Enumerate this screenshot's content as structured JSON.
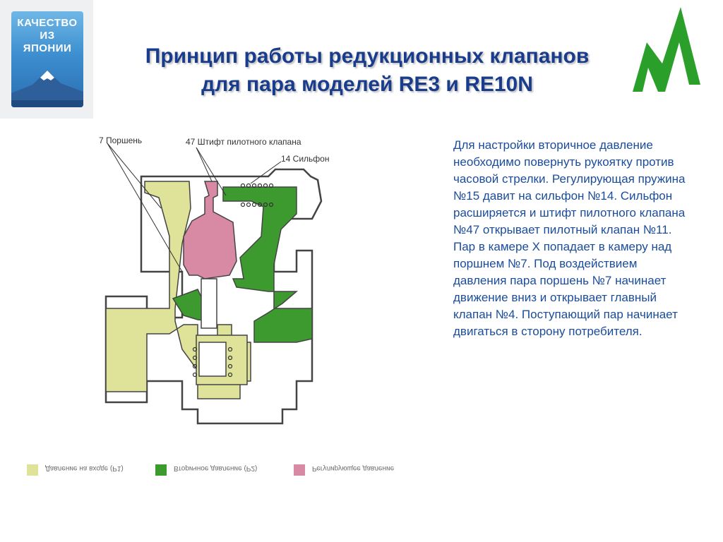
{
  "badge": {
    "lines": [
      "КАЧЕСТВО",
      "ИЗ",
      "ЯПОНИИ"
    ]
  },
  "title": {
    "line1": "Принцип работы редукционных клапанов",
    "line2": "для пара моделей RE3 и RE10N"
  },
  "description": "Для настройки вторичное давление необходимо повернуть рукоятку против часовой стрелки. Регулирующая пружина №15 давит на сильфон №14. Сильфон расширяется и штифт пилотного клапана №47 открывает пилотный клапан №11. Пар в камере X попадает в камеру над поршнем №7. Под воздействием давления пара поршень №7 начинает движение вниз и открывает главный клапан №4. Поступающий пар начинает двигаться в сторону потребителя.",
  "diagram": {
    "labels": {
      "piston": "7 Поршень",
      "pilot_pin": "47 Штифт пилотного клапана",
      "bellows": "14 Сильфон"
    }
  },
  "legend": [
    {
      "text": "Давление на входе (P1)",
      "color": "#dfe39a"
    },
    {
      "text": "Вторичное давление (P2)",
      "color": "#3d9a2e"
    },
    {
      "text": "Регулирующее давление",
      "color": "#d88aa4"
    }
  ],
  "colors": {
    "inlet": "#dfe39a",
    "secondary": "#3d9a2e",
    "control": "#d88aa4",
    "title": "#1a3c8c",
    "text": "#1a4c9c",
    "logo": "#2aa02a"
  }
}
